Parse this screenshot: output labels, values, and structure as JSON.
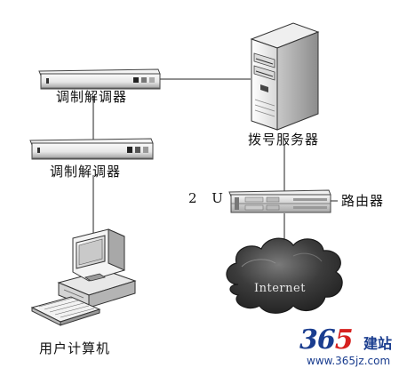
{
  "nodes": {
    "modem_top": {
      "label": "调制解调器"
    },
    "modem_bottom": {
      "label": "调制解调器"
    },
    "dialup_server": {
      "label": "拨号服务器"
    },
    "router": {
      "label": "路由器",
      "size_label": "2 U"
    },
    "internet": {
      "label": "Internet"
    },
    "user_pc": {
      "label": "用户计算机"
    }
  },
  "watermark": {
    "digits_a": "36",
    "digits_b": "5",
    "name": "建站",
    "url": "www.365jz.com"
  },
  "colors": {
    "line": "#222222",
    "device_light": "#f2f2f2",
    "device_mid": "#cfcfcf",
    "device_dark": "#555555",
    "cloud_dark": "#3a3a3a",
    "watermark_blue": "#1a3d8f",
    "watermark_red": "#d6201e"
  }
}
